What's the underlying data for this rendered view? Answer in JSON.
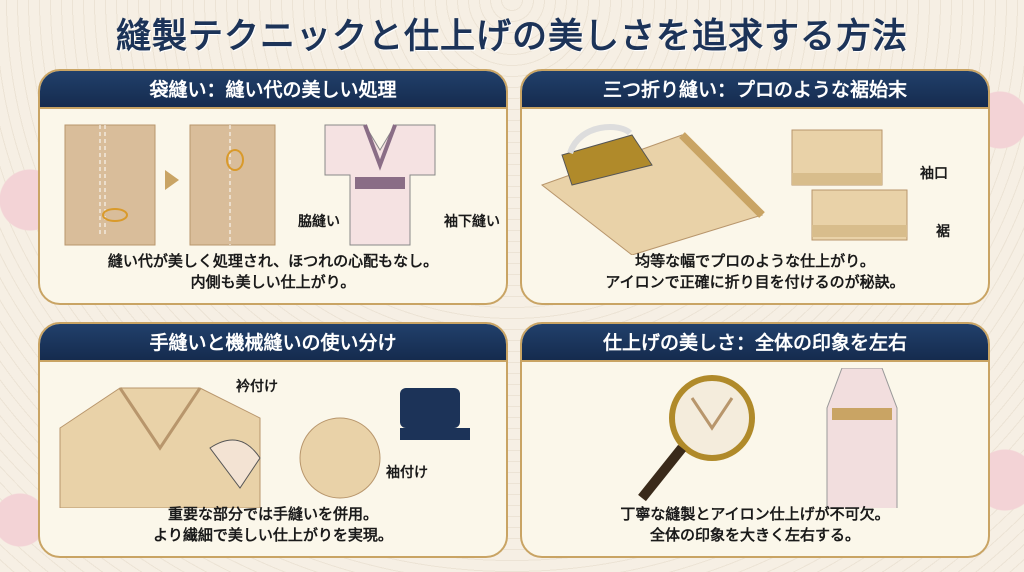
{
  "title": "縫製テクニックと仕上げの美しさを追求する方法",
  "panels": [
    {
      "heading": "袋縫い：縫い代の美しい処理",
      "labels": [
        "脇縫い",
        "袖下縫い"
      ],
      "caption": [
        "縫い代が美しく処理され、ほつれの心配もなし。",
        "内側も美しい仕上がり。"
      ]
    },
    {
      "heading": "三つ折り縫い：プロのような裾始末",
      "labels": [
        "袖口",
        "裾"
      ],
      "caption": [
        "均等な幅でプロのような仕上がり。",
        "アイロンで正確に折り目を付けるのが秘訣。"
      ]
    },
    {
      "heading": "手縫いと機械縫いの使い分け",
      "labels": [
        "衿付け",
        "袖付け"
      ],
      "caption": [
        "重要な部分では手縫いを併用。",
        "より繊細で美しい仕上がりを実現。"
      ]
    },
    {
      "heading": "仕上げの美しさ：全体の印象を左右",
      "labels": [],
      "caption": [
        "丁寧な縫製とアイロン仕上げが不可欠。",
        "全体の印象を大きく左右する。"
      ]
    }
  ],
  "colors": {
    "navy": "#1c3358",
    "gold": "#c9a464",
    "fabric": "#e9d2a8",
    "kimono": "#f2dede"
  }
}
